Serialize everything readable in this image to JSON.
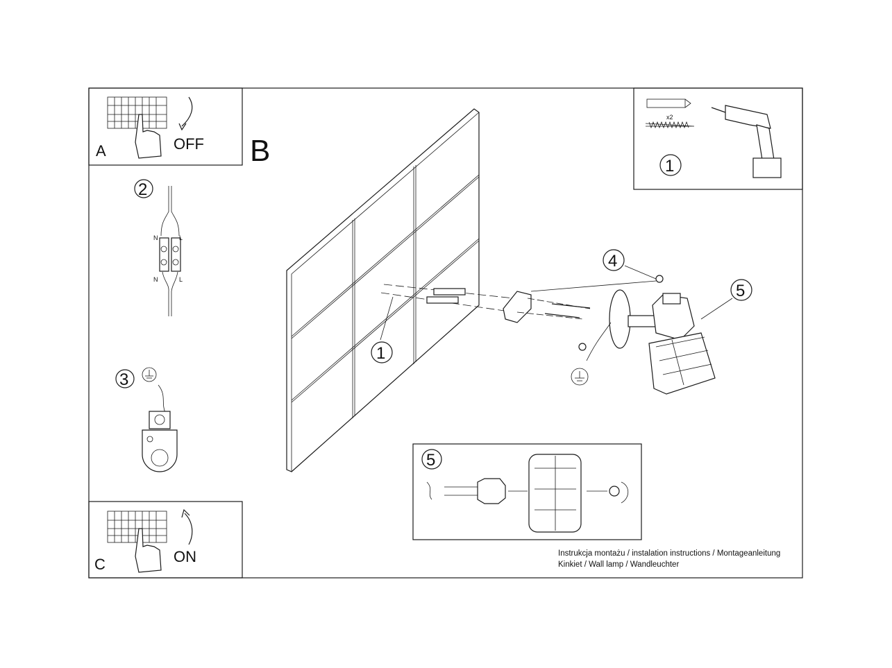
{
  "panel_a": {
    "letter": "A",
    "action": "OFF"
  },
  "panel_b": {
    "letter": "B"
  },
  "panel_c": {
    "letter": "C",
    "action": "ON"
  },
  "steps": {
    "s1_tools": "1",
    "s2": "2",
    "s3": "3",
    "s1_wall": "1",
    "s4": "4",
    "s5": "5",
    "s5_inset": "5"
  },
  "tools": {
    "quantity": "x2"
  },
  "wiring": {
    "neutral": "N",
    "live": "L"
  },
  "footer": {
    "line1": "Instrukcja montażu / instalation instructions / Montageanleitung",
    "line2": "Kinkiet / Wall lamp / Wandleuchter"
  }
}
